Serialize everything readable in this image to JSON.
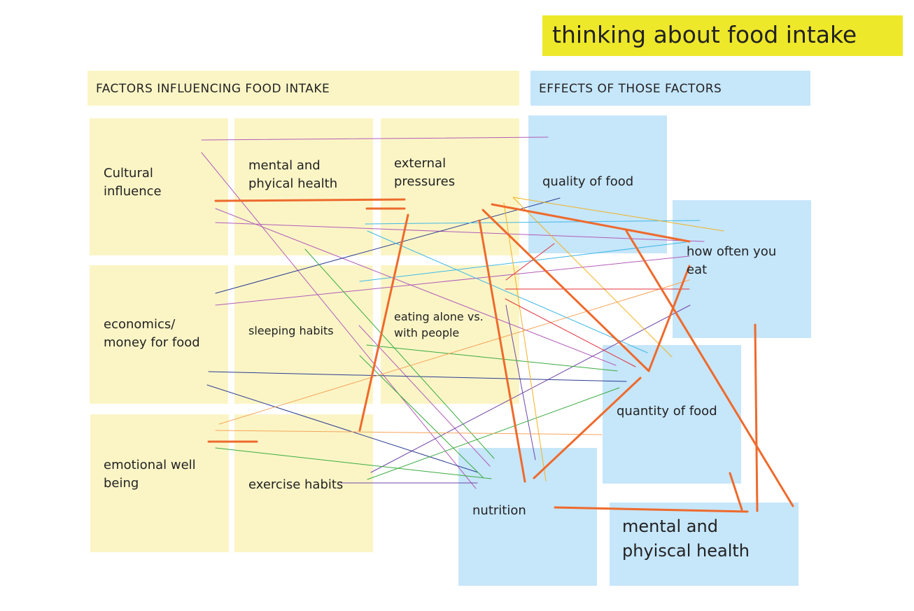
{
  "title": "thinking about food intake",
  "headers": {
    "factors": "FACTORS INFLUENCING FOOD INTAKE",
    "effects": "EFFECTS OF THOSE FACTORS"
  },
  "factors": [
    {
      "line1": "Cultural",
      "line2": "influence"
    },
    {
      "line1": "mental and",
      "line2": "phyical health"
    },
    {
      "line1": "external",
      "line2": "pressures"
    },
    {
      "line1": "economics/",
      "line2": "money for food"
    },
    {
      "line1": "sleeping habits",
      "line2": ""
    },
    {
      "line1": "eating alone vs.",
      "line2": "with people"
    },
    {
      "line1": "emotional well",
      "line2": "being"
    },
    {
      "line1": "exercise habits",
      "line2": ""
    }
  ],
  "effects": [
    {
      "line1": "quality of food",
      "line2": ""
    },
    {
      "line1": "how often you",
      "line2": "eat"
    },
    {
      "line1": "quantity of food",
      "line2": ""
    },
    {
      "line1": "nutrition",
      "line2": ""
    },
    {
      "line1": "mental and",
      "line2": "phyiscal health"
    }
  ],
  "colors": {
    "factor_box": "#fbf5c6",
    "effect_box": "#c6e6fa",
    "title_box": "#eee82a",
    "orange": "#ee6a2c",
    "purple": "#b25cb8",
    "navy": "#2c3d8f",
    "green": "#3aab3f",
    "cyan": "#41b8e6",
    "yellow_line": "#f2b21f",
    "red": "#e0303a",
    "violet": "#6f45a8"
  }
}
